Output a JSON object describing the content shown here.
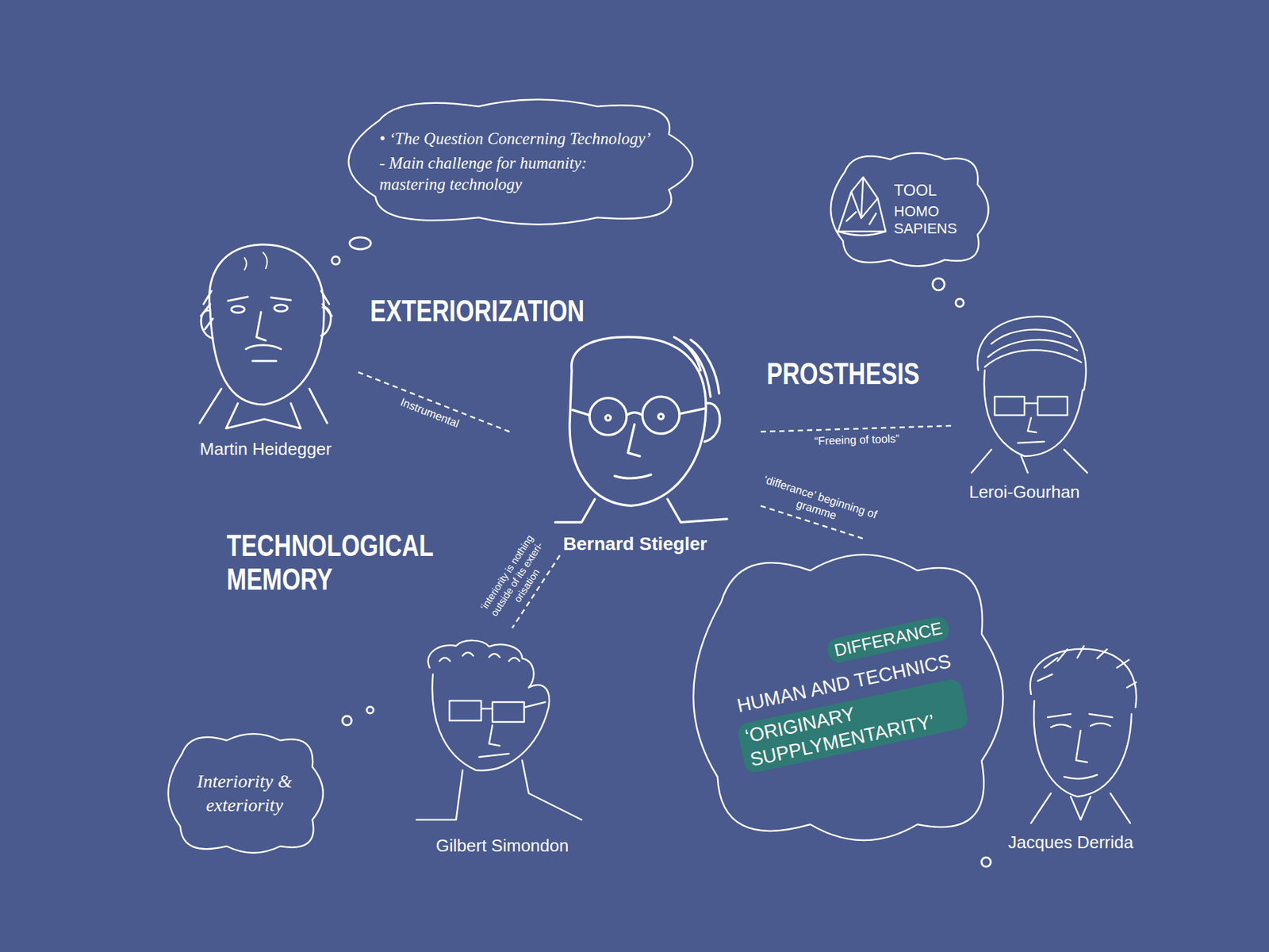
{
  "diagram": {
    "nodes": [
      {
        "text": [
          "• ‘The Question Concerning Technology’",
          "- Main challenge for humanity: mastering technology"
        ]
      },
      {
        "text": [
          "TOOL",
          "HOMO SAPIENS"
        ]
      },
      {
        "text": [
          "Martin Heidegger"
        ]
      },
      {
        "text": [
          "Bernard Stiegler"
        ]
      },
      {
        "text": [
          "Leroi-Gourhan"
        ]
      },
      {
        "text": [
          "DIFFERANCE",
          "HUMAN AND TECHNICS",
          "‘ORIGINARY SUPPLYMENTARITY’"
        ]
      },
      {
        "text": [
          "Gilbert Simondon"
        ]
      },
      {
        "text": [
          "Interiority & exteriority"
        ]
      },
      {
        "text": [
          "Jacques Derrida"
        ]
      }
    ],
    "edges": [
      {
        "from": 2,
        "to": 3,
        "arrow": "none",
        "label": "Instrumental"
      },
      {
        "from": 3,
        "to": 4,
        "arrow": "none",
        "label": "“Freeing of tools”"
      },
      {
        "from": 3,
        "to": 5,
        "arrow": "none",
        "label": "‘differance’ beginning of gramme"
      },
      {
        "from": 3,
        "to": 6,
        "arrow": "none",
        "label": "‘interiority is nothing outside of its exteri- orisation"
      }
    ],
    "labels": [
      "EXTERIORIZATION",
      "PROSTHESIS",
      "TECHNOLOGICAL MEMORY"
    ]
  }
}
